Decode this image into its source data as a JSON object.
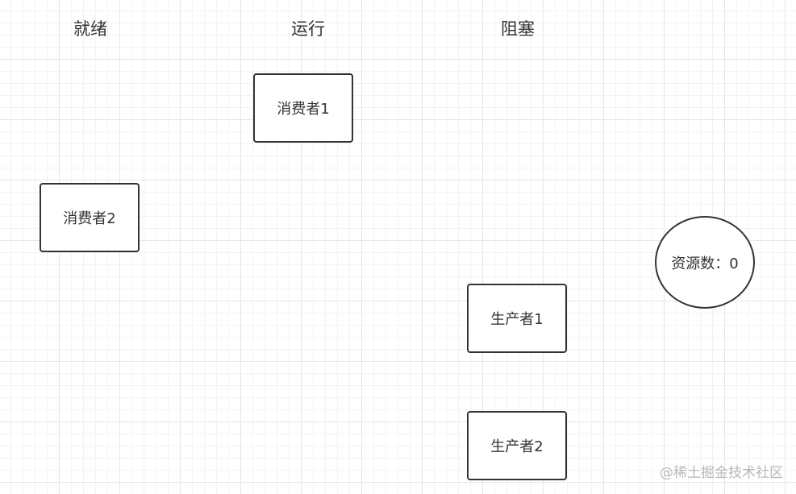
{
  "columns": {
    "ready": "就绪",
    "running": "运行",
    "blocked": "阻塞"
  },
  "nodes": {
    "consumer1": "消费者1",
    "consumer2": "消费者2",
    "producer1": "生产者1",
    "producer2": "生产者2"
  },
  "resource": {
    "label": "资源数：0"
  },
  "watermark": "@稀土掘金技术社区"
}
